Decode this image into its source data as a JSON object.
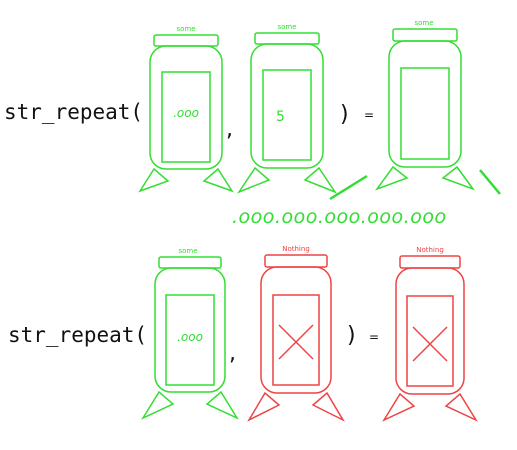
{
  "colors": {
    "some": "#33dd33",
    "nothing": "#ee4444",
    "ink": "#111111"
  },
  "row1": {
    "func": "str_repeat(",
    "comma": ",",
    "close": ")",
    "equals": "=",
    "arg1": {
      "tag": "some",
      "value": ".ooo"
    },
    "arg2": {
      "tag": "some",
      "value": "5"
    },
    "output": {
      "tag": "some"
    },
    "result": ".ooo.ooo.ooo.ooo.ooo"
  },
  "row2": {
    "func": "str_repeat(",
    "comma": ",",
    "close": ")",
    "equals": "=",
    "arg1": {
      "tag": "some",
      "value": ".ooo"
    },
    "arg2": {
      "tag": "Nothing"
    },
    "output": {
      "tag": "Nothing"
    }
  }
}
